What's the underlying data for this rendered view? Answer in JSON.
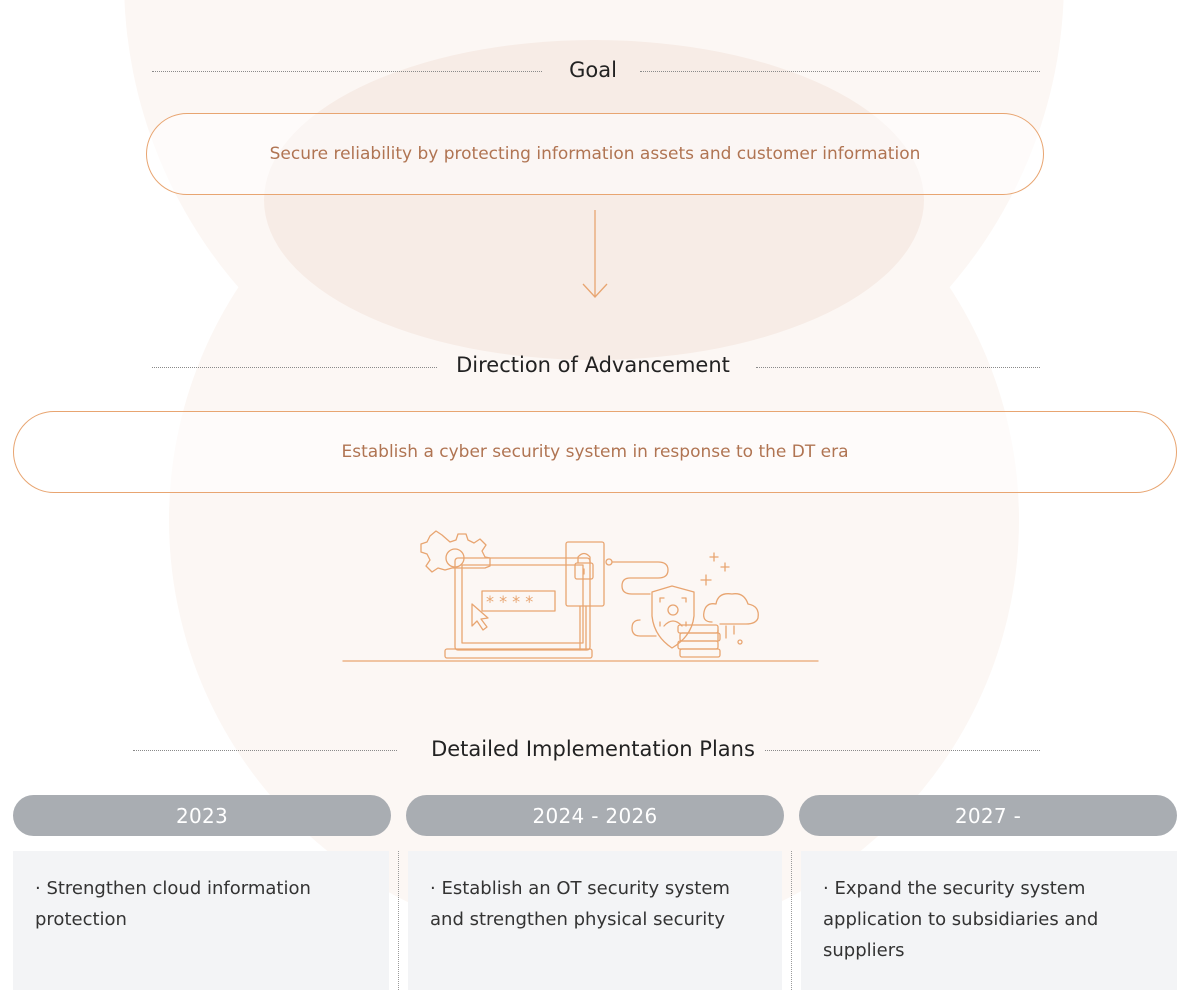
{
  "goal": {
    "title": "Goal",
    "text": "Secure reliability by protecting information assets and customer information"
  },
  "direction": {
    "title": "Direction of Advancement",
    "text": "Establish a cyber security system in response to the DT era"
  },
  "plans": {
    "title": "Detailed Implementation Plans",
    "columns": [
      {
        "year": "2023",
        "item": "· Strengthen cloud information protection"
      },
      {
        "year": "2024 - 2026",
        "item": "· Establish an OT security system and strengthen physical security"
      },
      {
        "year": "2027 -",
        "item": "· Expand the security system application to subsidiaries and suppliers"
      }
    ]
  },
  "colors": {
    "accent_orange": "#e8a571",
    "accent_text": "#b07452",
    "tab_gray": "#a9adb2",
    "box_gray": "#f3f4f6",
    "bg_blush": "#fbf4f0"
  },
  "icons": [
    "gear-icon",
    "laptop-icon",
    "password-field-icon",
    "cursor-icon",
    "lock-icon",
    "shield-user-icon",
    "cloud-icon",
    "sparkle-icon",
    "server-stack-icon"
  ]
}
